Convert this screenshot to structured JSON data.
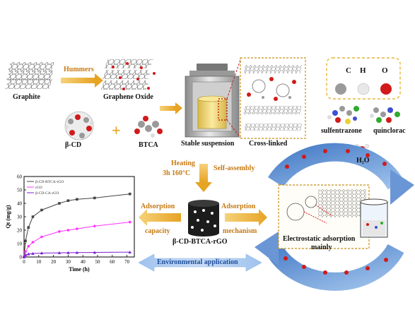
{
  "synthesis": {
    "graphite": "Graphite",
    "hummers": "Hummers",
    "graphene_oxide": "Graphene Oxide",
    "beta_cd": "β-CD",
    "plus": "+",
    "btca": "BTCA",
    "stable_suspension": "Stable suspension",
    "cross_linked": "Cross-linked",
    "heating": "Heating",
    "heating_conditions": "3h 160°C",
    "self_assembly": "Self-assembly",
    "product": "β-CD-BTCA-rGO"
  },
  "legend_atoms": {
    "carbon": "C",
    "hydrogen": "H",
    "oxygen": "O",
    "colors": {
      "carbon": "#9a9a9a",
      "hydrogen": "#e8e8e8",
      "oxygen": "#d11a1a"
    }
  },
  "molecules": {
    "sulfentrazone": "sulfentrazone",
    "quinclorac": "quinclorac",
    "water": "H₂O"
  },
  "arrows": {
    "adsorption_left": "Adsorption",
    "capacity": "capacity",
    "adsorption_right": "Adsorption",
    "mechanism": "mechanism",
    "environmental_application": "Environmental application"
  },
  "mechanism": {
    "line1": "Electrostatic adsorption",
    "line2": "mainly"
  },
  "chart_data": {
    "type": "line",
    "xlabel": "Time (h)",
    "ylabel": "Qt (mg/g)",
    "xlim": [
      0,
      75
    ],
    "ylim": [
      0,
      60
    ],
    "xticks": [
      0,
      10,
      20,
      30,
      40,
      50,
      60,
      70
    ],
    "yticks": [
      0,
      10,
      20,
      30,
      40,
      50,
      60
    ],
    "legend_position": "top-left",
    "series": [
      {
        "name": "β-CD-BTCA-rGO",
        "color": "#444444",
        "marker": "square",
        "x": [
          0,
          1,
          3,
          6,
          12,
          24,
          30,
          36,
          48,
          72
        ],
        "y": [
          0,
          12,
          22,
          30,
          35,
          40,
          42,
          43,
          44,
          47
        ]
      },
      {
        "name": "rGO",
        "color": "#ff33ff",
        "marker": "circle",
        "x": [
          0,
          1,
          3,
          6,
          12,
          24,
          30,
          36,
          48,
          72
        ],
        "y": [
          0,
          4,
          8,
          11,
          15,
          19,
          20,
          21,
          23,
          26
        ]
      },
      {
        "name": "β-CD-CA-rGO",
        "color": "#7a1fd6",
        "marker": "triangle",
        "x": [
          0,
          1,
          3,
          6,
          12,
          24,
          30,
          36,
          48,
          72
        ],
        "y": [
          0,
          1.5,
          2.2,
          2.6,
          2.9,
          3.1,
          3.2,
          3.3,
          3.4,
          3.6
        ]
      }
    ]
  }
}
